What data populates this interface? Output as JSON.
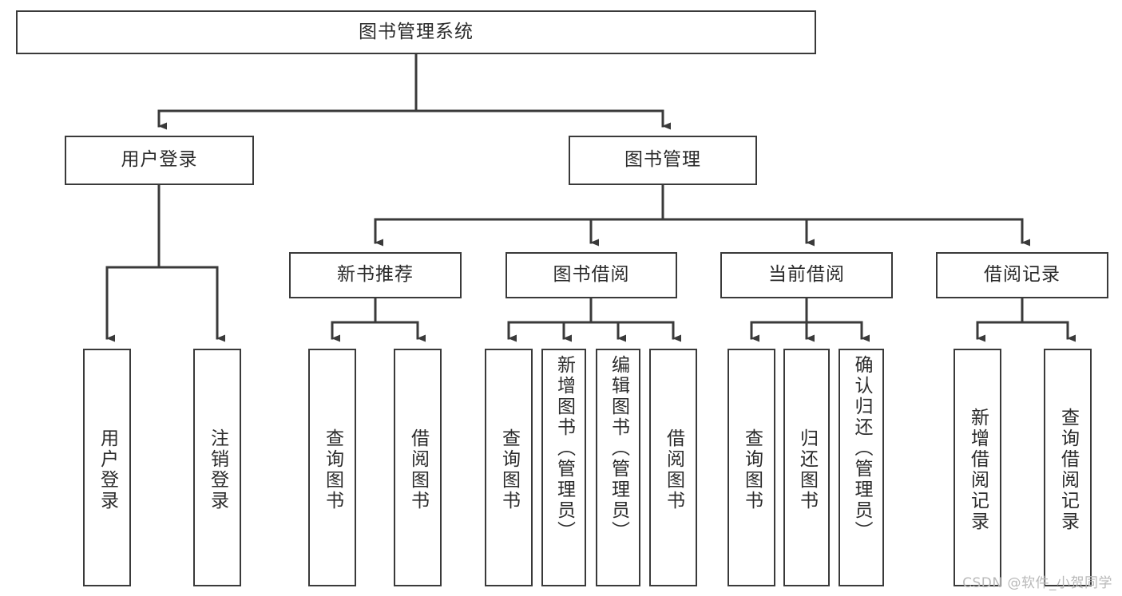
{
  "diagram": {
    "type": "tree-hierarchy-flowchart",
    "title": "图书管理系统",
    "root": {
      "id": "root",
      "label": "图书管理系统"
    },
    "level2": [
      {
        "id": "user-login",
        "label": "用户登录"
      },
      {
        "id": "book-management",
        "label": "图书管理"
      }
    ],
    "level3": [
      {
        "id": "new-book-recommend",
        "label": "新书推荐",
        "parent": "book-management"
      },
      {
        "id": "book-borrow",
        "label": "图书借阅",
        "parent": "book-management"
      },
      {
        "id": "current-borrow",
        "label": "当前借阅",
        "parent": "book-management"
      },
      {
        "id": "borrow-record",
        "label": "借阅记录",
        "parent": "book-management"
      }
    ],
    "leaves": [
      {
        "id": "leaf-user-login",
        "label": "用户登录",
        "parent": "user-login"
      },
      {
        "id": "leaf-logout-login",
        "label": "注销登录",
        "parent": "user-login"
      },
      {
        "id": "leaf-query-book-1",
        "label": "查询图书",
        "parent": "new-book-recommend"
      },
      {
        "id": "leaf-borrow-book-1",
        "label": "借阅图书",
        "parent": "new-book-recommend"
      },
      {
        "id": "leaf-query-book-2",
        "label": "查询图书",
        "parent": "book-borrow"
      },
      {
        "id": "leaf-add-book",
        "label": "新增图书（管理员）",
        "parent": "book-borrow"
      },
      {
        "id": "leaf-edit-book",
        "label": "编辑图书（管理员）",
        "parent": "book-borrow"
      },
      {
        "id": "leaf-borrow-book-2",
        "label": "借阅图书",
        "parent": "book-borrow"
      },
      {
        "id": "leaf-query-book-3",
        "label": "查询图书",
        "parent": "current-borrow"
      },
      {
        "id": "leaf-return-book",
        "label": "归还图书",
        "parent": "current-borrow"
      },
      {
        "id": "leaf-confirm-return",
        "label": "确认归还（管理员）",
        "parent": "current-borrow"
      },
      {
        "id": "leaf-add-borrow-record",
        "label": "新增借阅记录",
        "parent": "borrow-record"
      },
      {
        "id": "leaf-query-borrow-record",
        "label": "查询借阅记录",
        "parent": "borrow-record"
      }
    ],
    "colors": {
      "stroke": "#3a3a3a",
      "text": "#2b2b2b",
      "background": "#ffffff",
      "watermark": "#b9b9b9"
    }
  },
  "watermark": {
    "text": "CSDN @软件_小贺同学"
  }
}
